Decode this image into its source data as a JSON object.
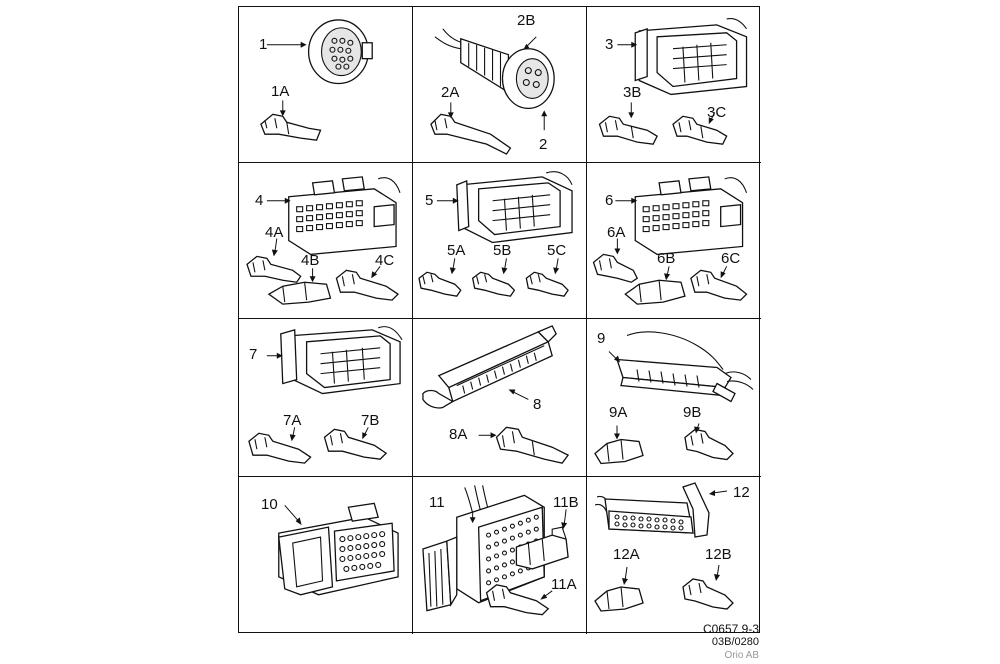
{
  "panels": [
    {
      "id": "p1",
      "labels": [
        "1",
        "1A"
      ]
    },
    {
      "id": "p2",
      "labels": [
        "2B",
        "2A",
        "2"
      ]
    },
    {
      "id": "p3",
      "labels": [
        "3",
        "3B",
        "3C"
      ]
    },
    {
      "id": "p4",
      "labels": [
        "4",
        "4A",
        "4B",
        "4C"
      ]
    },
    {
      "id": "p5",
      "labels": [
        "5",
        "5A",
        "5B",
        "5C"
      ]
    },
    {
      "id": "p6",
      "labels": [
        "6",
        "6A",
        "6B",
        "6C"
      ]
    },
    {
      "id": "p7",
      "labels": [
        "7",
        "7A",
        "7B"
      ]
    },
    {
      "id": "p8",
      "labels": [
        "8",
        "8A"
      ]
    },
    {
      "id": "p9",
      "labels": [
        "9",
        "9A",
        "9B"
      ]
    },
    {
      "id": "p10",
      "labels": [
        "10"
      ]
    },
    {
      "id": "p11",
      "labels": [
        "11",
        "11B",
        "11A"
      ]
    },
    {
      "id": "p12",
      "labels": [
        "12",
        "12A",
        "12B"
      ]
    }
  ],
  "footer": {
    "code": "C0657 9-3",
    "date": "03B/0280",
    "owner": "Orio AB"
  },
  "colors": {
    "line": "#111111",
    "background": "#ffffff",
    "owner_text": "#999999"
  }
}
